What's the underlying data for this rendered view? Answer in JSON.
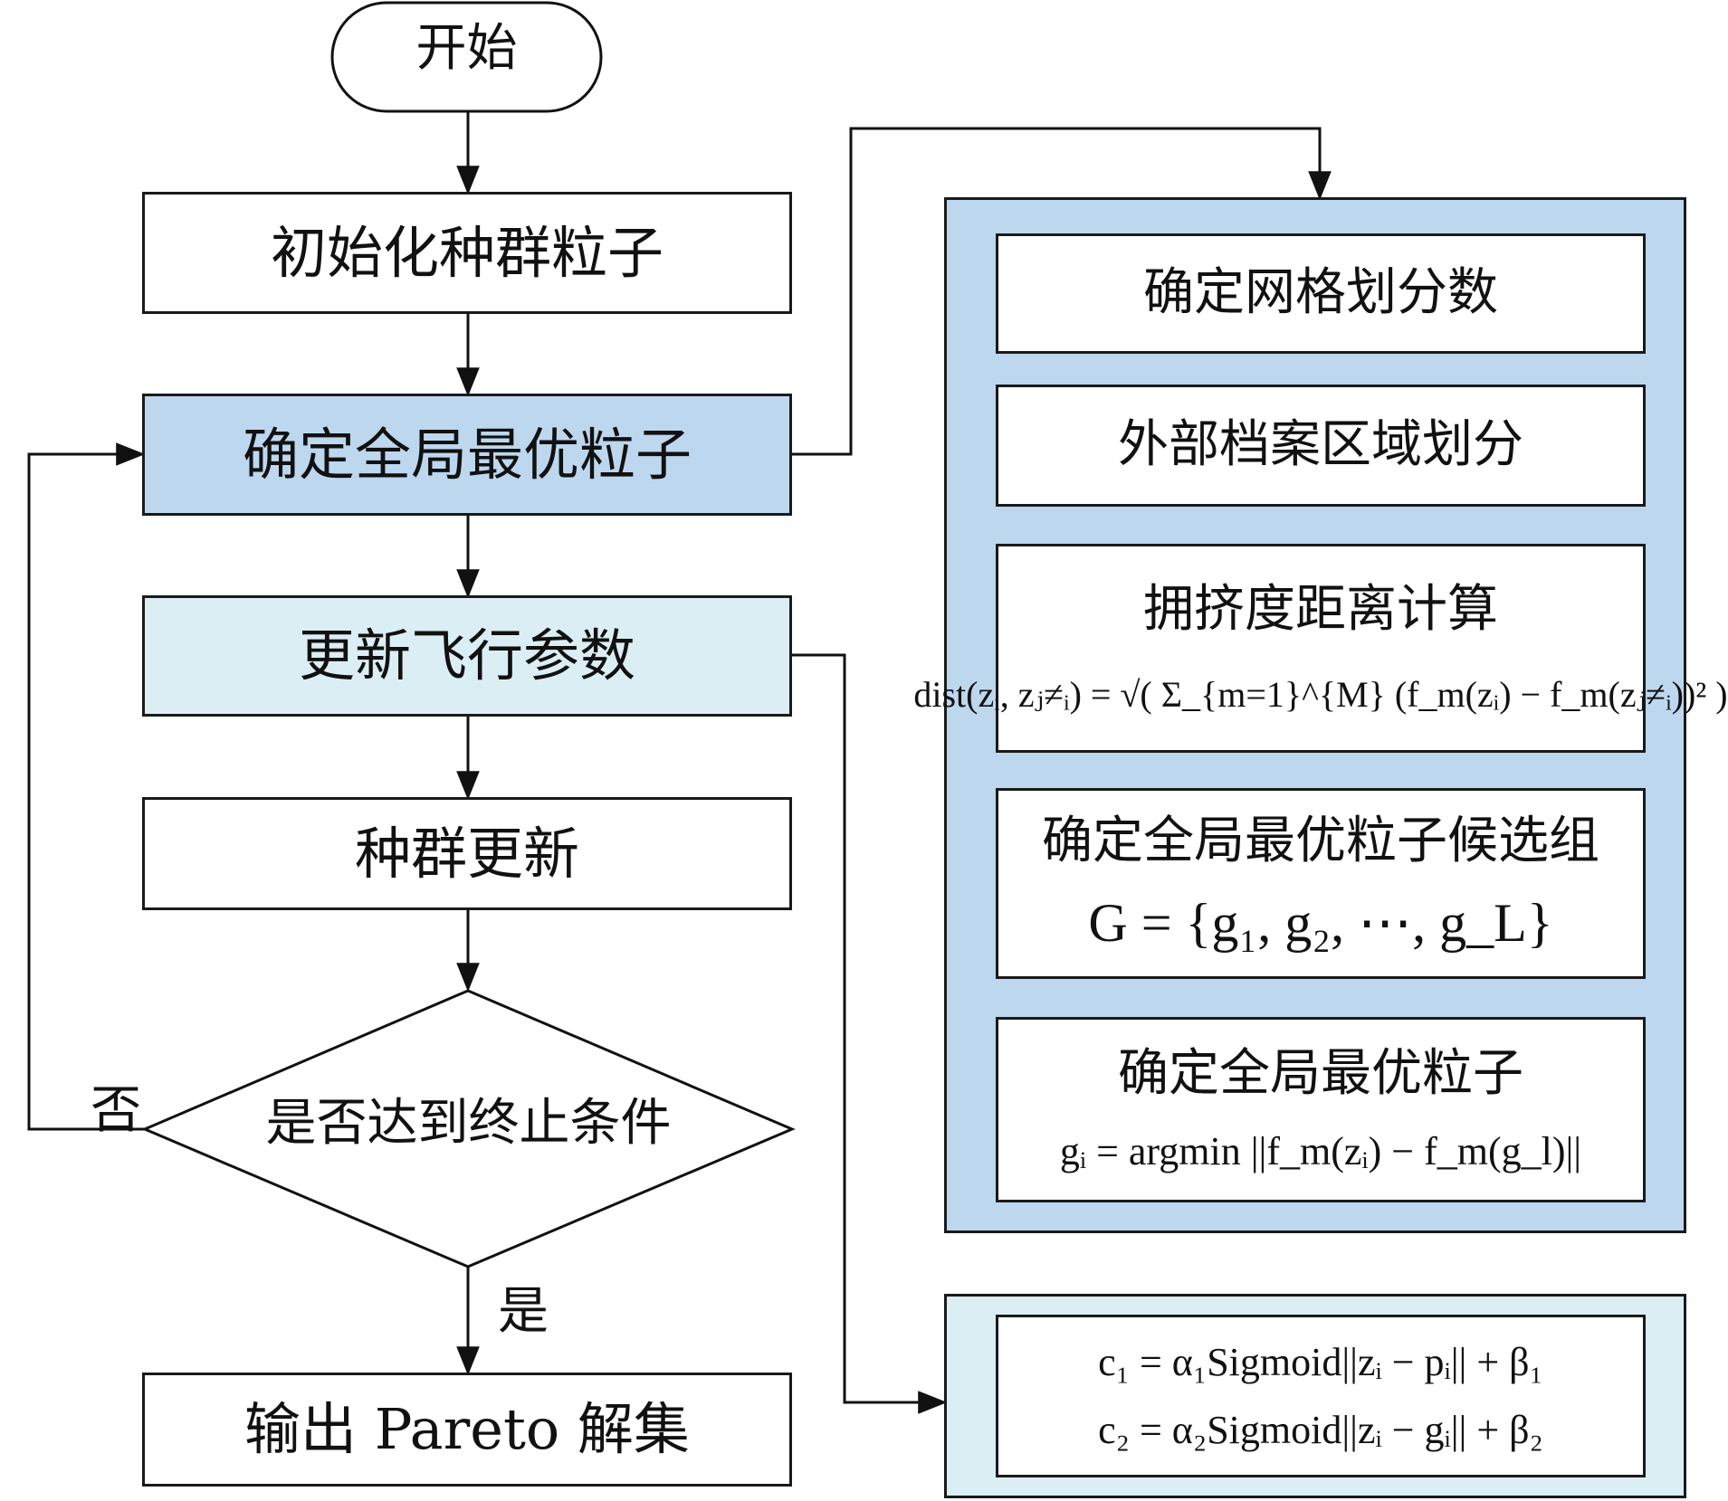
{
  "start": "开始",
  "init": "初始化种群粒子",
  "global_best": "确定全局最优粒子",
  "update_params": "更新飞行参数",
  "pop_update": "种群更新",
  "decision": "是否达到终止条件",
  "no_label": "否",
  "yes_label": "是",
  "output": "输出 Pareto 解集",
  "panel": {
    "grid": "确定网格划分数",
    "archive": "外部档案区域划分",
    "crowding": "拥挤度距离计算",
    "crowding_formula": "dist(zᵢ, zⱼ≠ᵢ) = √( Σ_{m=1}^{M} (f_m(zᵢ) − f_m(zⱼ≠ᵢ))² )",
    "candidates": "确定全局最优粒子候选组",
    "candidates_formula": "G = {g₁, g₂, ⋯, g_L}",
    "final": "确定全局最优粒子",
    "final_formula": "gᵢ = argmin ||f_m(zᵢ) − f_m(g_l)||"
  },
  "params": {
    "c1_formula": "c₁ = α₁Sigmoid||zᵢ − pᵢ|| + β₁",
    "c2_formula": "c₂ = α₂Sigmoid||zᵢ − gᵢ|| + β₂"
  }
}
